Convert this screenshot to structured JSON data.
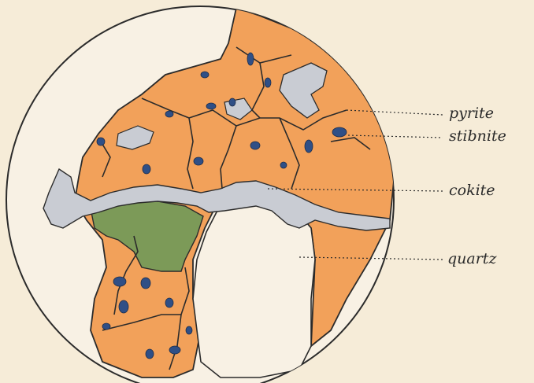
{
  "figure": {
    "labels": [
      {
        "id": "pyrite",
        "text": "pyrite"
      },
      {
        "id": "stibnite",
        "text": "stibnite"
      },
      {
        "id": "cokite",
        "text": "cokite"
      },
      {
        "id": "quartz",
        "text": "quartz"
      }
    ],
    "colors": {
      "paper": "#f6ecd8",
      "pyrite": "#f2a15a",
      "stibnite": "#2f4f86",
      "cokite": "#c9ccd3",
      "quartz": "#f8f1e4",
      "green": "#7c9a58",
      "outline": "#2b2b2b"
    }
  }
}
